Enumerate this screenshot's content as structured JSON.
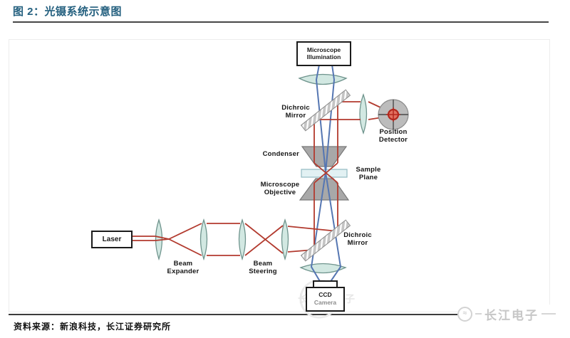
{
  "header": {
    "title": "图 2：光镊系统示意图"
  },
  "diagram": {
    "boxes": {
      "illumination": {
        "l1": "Microscope",
        "l2": "Illumination"
      },
      "laser": {
        "label": "Laser"
      },
      "ccd": {
        "l1": "CCD",
        "l2": "Camera"
      }
    },
    "labels": {
      "dichroic_upper": {
        "l1": "Dichroic",
        "l2": "Mirror"
      },
      "position_detector": {
        "l1": "Position",
        "l2": "Detector"
      },
      "condenser": {
        "label": "Condenser"
      },
      "sample_plane": {
        "l1": "Sample",
        "l2": "Plane"
      },
      "objective": {
        "l1": "Microscope",
        "l2": "Objective"
      },
      "beam_expander": {
        "l1": "Beam",
        "l2": "Expander"
      },
      "beam_steering": {
        "l1": "Beam",
        "l2": "Steering"
      },
      "dichroic_lower": {
        "l1": "Dichroic",
        "l2": "Mirror"
      }
    },
    "colors": {
      "beam_red": "#b23a2e",
      "beam_blue": "#5576b2",
      "lens_fill": "#d2e8e2",
      "component_gray": "#a8a8a8",
      "title_teal": "#24607f"
    }
  },
  "footer": {
    "source": "资料来源：新浪科技，长江证券研究所"
  },
  "watermark": {
    "text": "长江电子"
  }
}
